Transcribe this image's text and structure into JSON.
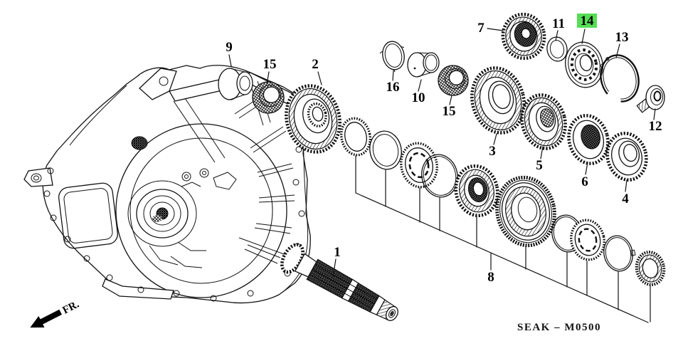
{
  "diagram": {
    "code_label": "SEAK – M0500",
    "fr_label": "FR.",
    "highlight_color": "#55dd55",
    "line_color": "#111111",
    "background_color": "#ffffff"
  },
  "callouts": [
    {
      "label": "1",
      "highlighted": false
    },
    {
      "label": "2",
      "highlighted": false
    },
    {
      "label": "3",
      "highlighted": false
    },
    {
      "label": "4",
      "highlighted": false
    },
    {
      "label": "5",
      "highlighted": false
    },
    {
      "label": "6",
      "highlighted": false
    },
    {
      "label": "7",
      "highlighted": false
    },
    {
      "label": "8",
      "highlighted": false
    },
    {
      "label": "9",
      "highlighted": false
    },
    {
      "label": "10",
      "highlighted": false
    },
    {
      "label": "11",
      "highlighted": false
    },
    {
      "label": "12",
      "highlighted": false
    },
    {
      "label": "13",
      "highlighted": false
    },
    {
      "label": "14",
      "highlighted": true
    },
    {
      "label": "15",
      "highlighted": false
    },
    {
      "label": "15",
      "highlighted": false
    },
    {
      "label": "16",
      "highlighted": false
    }
  ]
}
